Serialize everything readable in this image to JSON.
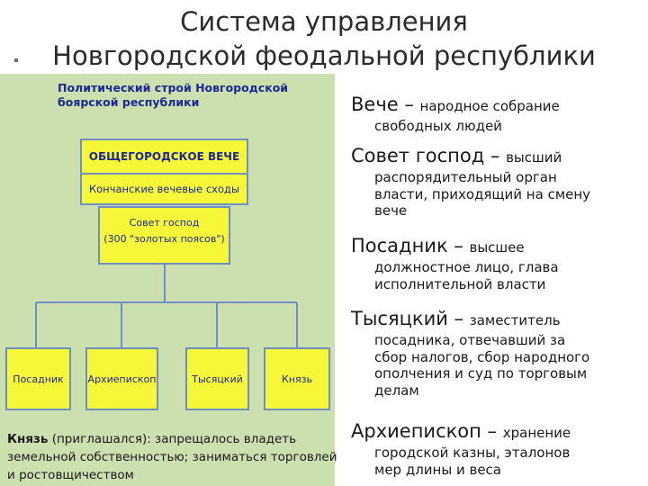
{
  "slide": {
    "title_line1": "Система управления",
    "title_line2": "Новгородской феодальной республики"
  },
  "diagram": {
    "title": "Политический строй Новгородской боярской республики",
    "veche": "ОБЩЕГОРОДСКОЕ ВЕЧЕ",
    "konchan": "Кончанские вечевые сходы",
    "sovet_line1": "Совет господ",
    "sovet_line2": "(300 \"золотых поясов\")",
    "boxes": [
      "Посадник",
      "Архиепископ",
      "Тысяцкий",
      "Князь"
    ],
    "colors": {
      "panel": "#ccdfae",
      "box": "#f7f73a",
      "border": "#6f8fc2",
      "text": "#1e2890"
    }
  },
  "note": {
    "bold": "Князь",
    "rest": " (приглашался):  запрещалось владеть земельной собственностью; заниматься торговлей и ростовщичеством"
  },
  "definitions": [
    {
      "term": "Вече – ",
      "start": "народное собрание",
      "cont": [
        "свободных людей"
      ]
    },
    {
      "term": "Совет господ – ",
      "start": "высший",
      "cont": [
        "распорядительный орган",
        "власти, приходящий на смену",
        "вече"
      ]
    },
    {
      "term": "Посадник – ",
      "start": "высшее",
      "cont": [
        "должностное лицо, глава",
        "исполнительной власти"
      ]
    },
    {
      "term": "Тысяцкий – ",
      "start": "заместитель",
      "cont": [
        "посадника, отвечавший за",
        "сбор налогов, сбор народного",
        "ополчения и суд по торговым",
        "делам"
      ]
    },
    {
      "term": "Архиепископ – ",
      "start": "хранение",
      "cont": [
        "городской казны, эталонов",
        "мер длины и веса"
      ]
    }
  ]
}
